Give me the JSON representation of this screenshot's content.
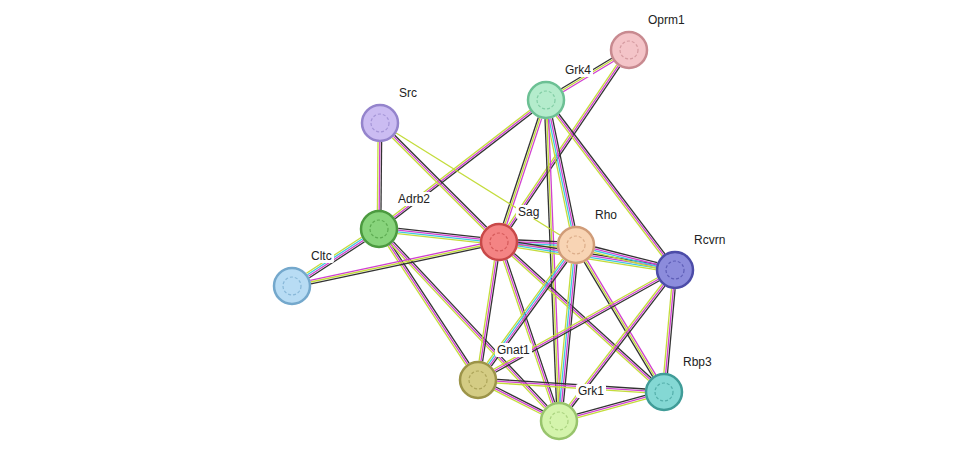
{
  "diagram": {
    "nodes": [
      {
        "text": [
          "Oprm1"
        ]
      },
      {
        "text": [
          "Grk4"
        ]
      },
      {
        "text": [
          "Src"
        ]
      },
      {
        "text": [
          "Adrb2"
        ]
      },
      {
        "text": [
          "Sag"
        ]
      },
      {
        "text": [
          "Rho"
        ]
      },
      {
        "text": [
          "Rcvrn"
        ]
      },
      {
        "text": [
          "Cltc"
        ]
      },
      {
        "text": [
          "Gnat1"
        ]
      },
      {
        "text": [
          "Rbp3"
        ]
      },
      {
        "text": [
          "Grk1"
        ]
      }
    ],
    "edges": [
      {
        "from": 0,
        "to": 1,
        "arrow": "none"
      },
      {
        "from": 0,
        "to": 4,
        "arrow": "none"
      },
      {
        "from": 1,
        "to": 3,
        "arrow": "none"
      },
      {
        "from": 1,
        "to": 4,
        "arrow": "none"
      },
      {
        "from": 1,
        "to": 5,
        "arrow": "none"
      },
      {
        "from": 1,
        "to": 6,
        "arrow": "none"
      },
      {
        "from": 1,
        "to": 10,
        "arrow": "none"
      },
      {
        "from": 2,
        "to": 3,
        "arrow": "none"
      },
      {
        "from": 2,
        "to": 4,
        "arrow": "none"
      },
      {
        "from": 2,
        "to": 5,
        "arrow": "none"
      },
      {
        "from": 3,
        "to": 7,
        "arrow": "none"
      },
      {
        "from": 3,
        "to": 4,
        "arrow": "none"
      },
      {
        "from": 3,
        "to": 8,
        "arrow": "none"
      },
      {
        "from": 3,
        "to": 10,
        "arrow": "none"
      },
      {
        "from": 7,
        "to": 4,
        "arrow": "none"
      },
      {
        "from": 4,
        "to": 5,
        "arrow": "none"
      },
      {
        "from": 4,
        "to": 6,
        "arrow": "none"
      },
      {
        "from": 4,
        "to": 8,
        "arrow": "none"
      },
      {
        "from": 4,
        "to": 10,
        "arrow": "none"
      },
      {
        "from": 4,
        "to": 9,
        "arrow": "none"
      },
      {
        "from": 5,
        "to": 6,
        "arrow": "none"
      },
      {
        "from": 5,
        "to": 8,
        "arrow": "none"
      },
      {
        "from": 5,
        "to": 10,
        "arrow": "none"
      },
      {
        "from": 5,
        "to": 9,
        "arrow": "none"
      },
      {
        "from": 6,
        "to": 8,
        "arrow": "none"
      },
      {
        "from": 6,
        "to": 10,
        "arrow": "none"
      },
      {
        "from": 6,
        "to": 9,
        "arrow": "none"
      },
      {
        "from": 8,
        "to": 10,
        "arrow": "none"
      },
      {
        "from": 8,
        "to": 9,
        "arrow": "none"
      },
      {
        "from": 10,
        "to": 9,
        "arrow": "none"
      }
    ]
  }
}
